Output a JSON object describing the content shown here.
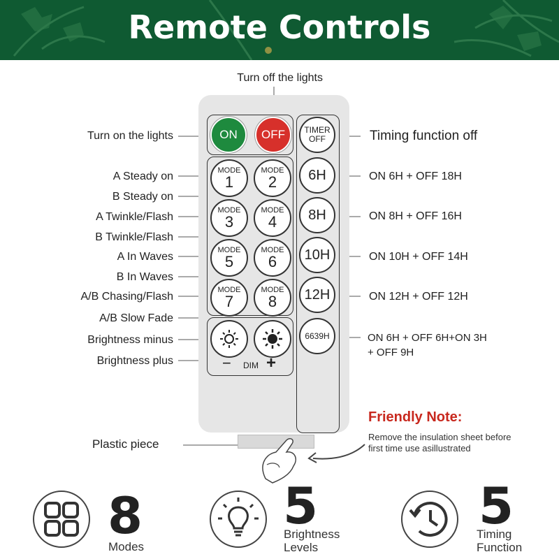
{
  "header": {
    "title": "Remote Controls"
  },
  "labels": {
    "top": "Turn off the lights",
    "on": "Turn on the lights",
    "left": [
      "A Steady on",
      "B Steady on",
      "A Twinkle/Flash",
      "B Twinkle/Flash",
      "A In Waves",
      "B In Waves",
      "A/B Chasing/Flash",
      "A/B Slow Fade",
      "Brightness minus",
      "Brightness plus"
    ],
    "right": [
      "Timing function off",
      "ON 6H + OFF 18H",
      "ON 8H + OFF 16H",
      "ON 10H + OFF 14H",
      "ON 12H + OFF 12H",
      "ON 6H + OFF 6H+ON 3H",
      "+ OFF 9H"
    ],
    "plastic": "Plastic piece"
  },
  "remote": {
    "on_label": "ON",
    "off_label": "OFF",
    "mode_word": "MODE",
    "modes": [
      "1",
      "2",
      "3",
      "4",
      "5",
      "6",
      "7",
      "8"
    ],
    "timer_off": [
      "TIMER",
      "OFF"
    ],
    "timers": [
      "6H",
      "8H",
      "10H",
      "12H",
      "6639H"
    ],
    "dim_label": "DIM",
    "minus": "−",
    "plus": "+"
  },
  "note": {
    "title": "Friendly Note:",
    "text": [
      "Remove the insulation sheet before",
      "first time use asillustrated"
    ]
  },
  "stats": [
    {
      "value": "8",
      "label": [
        "Modes"
      ],
      "icon": "grid-icon"
    },
    {
      "value": "5",
      "label": [
        "Brightness",
        "Levels"
      ],
      "icon": "bulb-icon"
    },
    {
      "value": "5",
      "label": [
        "Timing",
        "Function"
      ],
      "icon": "clock-icon"
    }
  ],
  "colors": {
    "banner": "#0f5a32",
    "on": "#1e8a3e",
    "off": "#d7302b",
    "note_title": "#c8281e"
  }
}
